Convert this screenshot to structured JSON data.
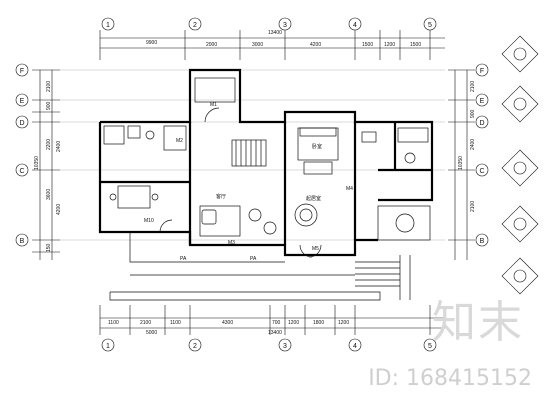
{
  "top_dims": {
    "overall": "13400",
    "segments": [
      "2000",
      "3000",
      "4200",
      "1500",
      "1200",
      "1500"
    ],
    "small": "9900"
  },
  "bottom_dims": {
    "overall": "13400",
    "segments": [
      "1100",
      "2100",
      "1100",
      "4300",
      "700",
      "1200",
      "1800",
      "1200"
    ],
    "sub": "5000"
  },
  "left_dims": {
    "overall": "10350",
    "segments": [
      "2100",
      "900",
      "2200",
      "2400",
      "3600",
      "4200",
      "150"
    ]
  },
  "right_dims": {
    "overall": "10350",
    "segments": [
      "2100",
      "900",
      "2400",
      "2100"
    ]
  },
  "col_axes": [
    "1",
    "2",
    "3",
    "4",
    "5"
  ],
  "row_axes": [
    "F",
    "E",
    "D",
    "C",
    "B"
  ],
  "room_labels": [
    "M1",
    "M2",
    "M3",
    "M5",
    "M10",
    "M4",
    "PA",
    "PA",
    "起居室",
    "客厅",
    "卧室"
  ],
  "watermark": {
    "brand": "知末",
    "id": "ID: 168415152"
  }
}
